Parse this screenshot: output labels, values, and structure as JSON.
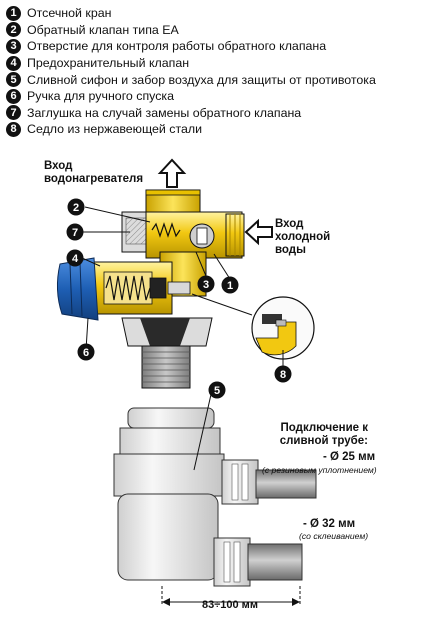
{
  "legend": [
    {
      "number": "1",
      "text": "Отсечной кран"
    },
    {
      "number": "2",
      "text": "Обратный клапан типа ЕА"
    },
    {
      "number": "3",
      "text": "Отверстие для контроля работы обратного клапана"
    },
    {
      "number": "4",
      "text": "Предохранительный клапан"
    },
    {
      "number": "5",
      "text": "Сливной сифон и забор воздуха для защиты от противотока"
    },
    {
      "number": "6",
      "text": "Ручка для ручного спуска"
    },
    {
      "number": "7",
      "text": "Заглушка на случай замены обратного клапана"
    },
    {
      "number": "8",
      "text": "Седло из нержавеющей стали"
    }
  ],
  "labels": {
    "heater_inlet_line1": "Вход",
    "heater_inlet_line2": "водонагревателя",
    "cold_inlet_line1": "Вход",
    "cold_inlet_line2": "холодной",
    "cold_inlet_line3": "воды",
    "drain_line1": "Подключение к",
    "drain_line2": "сливной трубе:",
    "d25": "- Ø 25 мм",
    "d25_note": "(с резиновым уплотнением)",
    "d32": "- Ø 32 мм",
    "d32_note": "(со склеиванием)",
    "dimension": "83÷100 мм"
  },
  "callouts": [
    "1",
    "2",
    "3",
    "4",
    "5",
    "6",
    "7",
    "8"
  ],
  "colors": {
    "brass": "#f2c811",
    "brass_dark": "#b89400",
    "blue": "#1e5fb4",
    "grey": "#9b9b9b",
    "light": "#ececec",
    "black": "#111111"
  }
}
